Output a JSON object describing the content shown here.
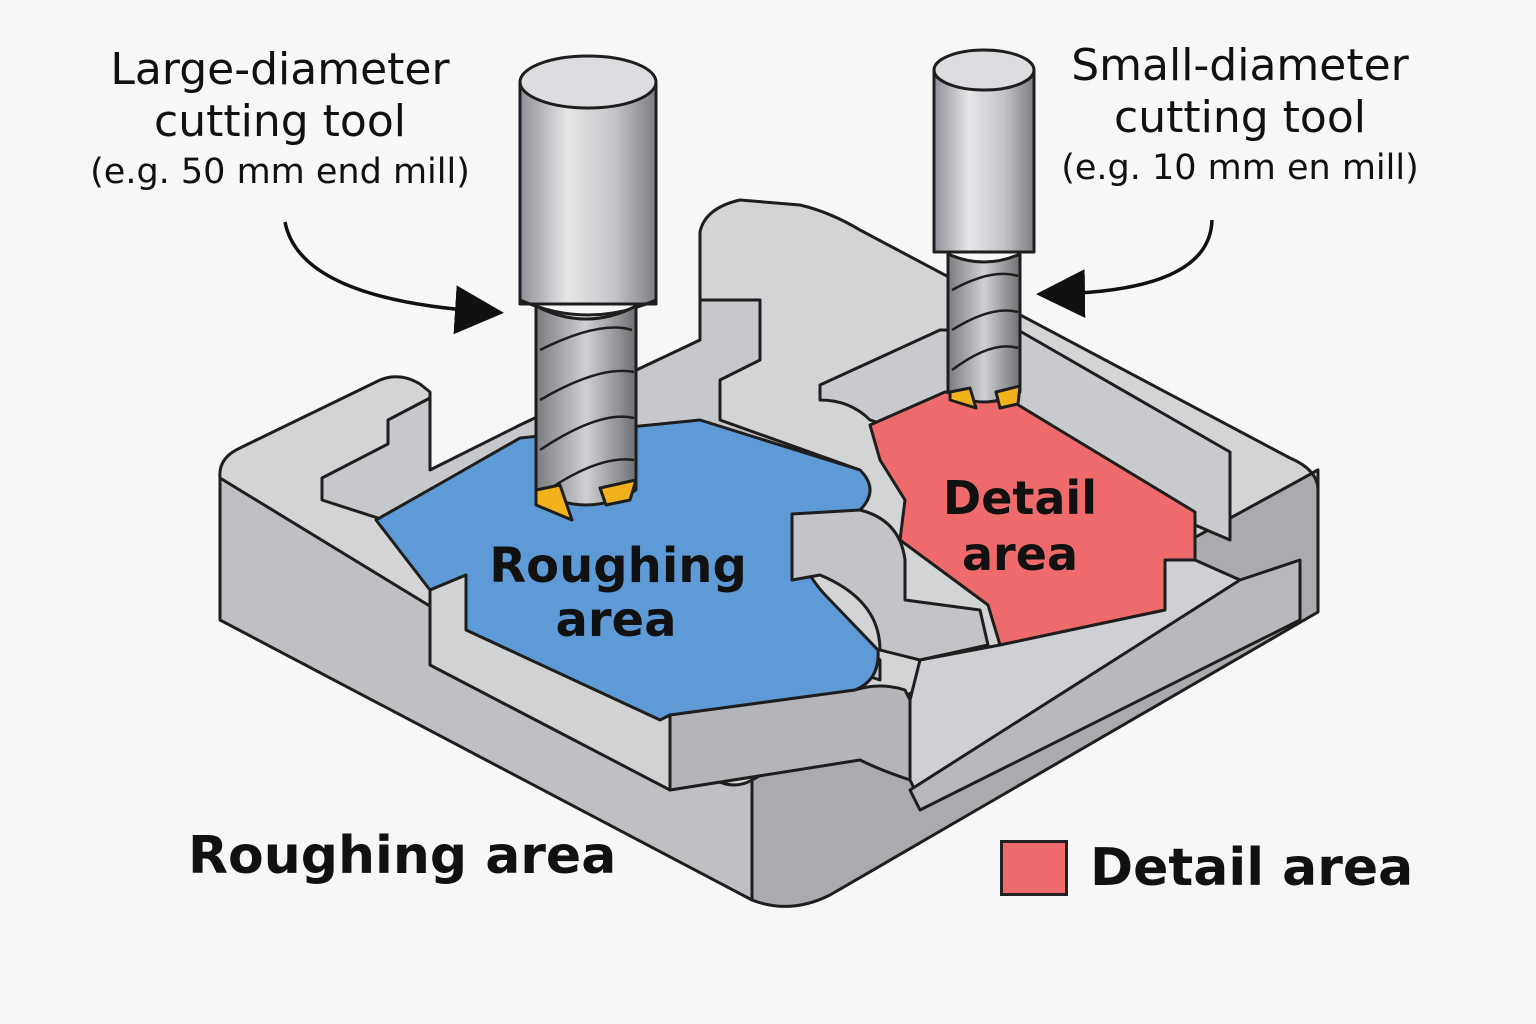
{
  "callouts": {
    "large_tool": {
      "line1": "Large-diameter",
      "line2": "cutting tool",
      "line3": "(e.g. 50 mm end mill)"
    },
    "small_tool": {
      "line1": "Small-diameter",
      "line2": "cutting tool",
      "line3": "(e.g. 10 mm en mill)"
    }
  },
  "areas": {
    "roughing": {
      "line1": "Roughing",
      "line2": "area",
      "color": "#5e9bd6"
    },
    "detail": {
      "line1": "Detail",
      "line2": "area",
      "color": "#ef6b6b"
    }
  },
  "legend": {
    "roughing_label": "Roughing area",
    "detail_label": "Detail area",
    "detail_color": "#ef6b6b"
  },
  "colors": {
    "metal_top": "#d4d5d7",
    "metal_side": "#b9babd",
    "metal_dark": "#9ea0a4",
    "insert": "#f2b21c",
    "outline": "#1e1e1e"
  },
  "icons": [
    "large-end-mill-icon",
    "small-end-mill-icon",
    "curved-arrow-icon"
  ]
}
